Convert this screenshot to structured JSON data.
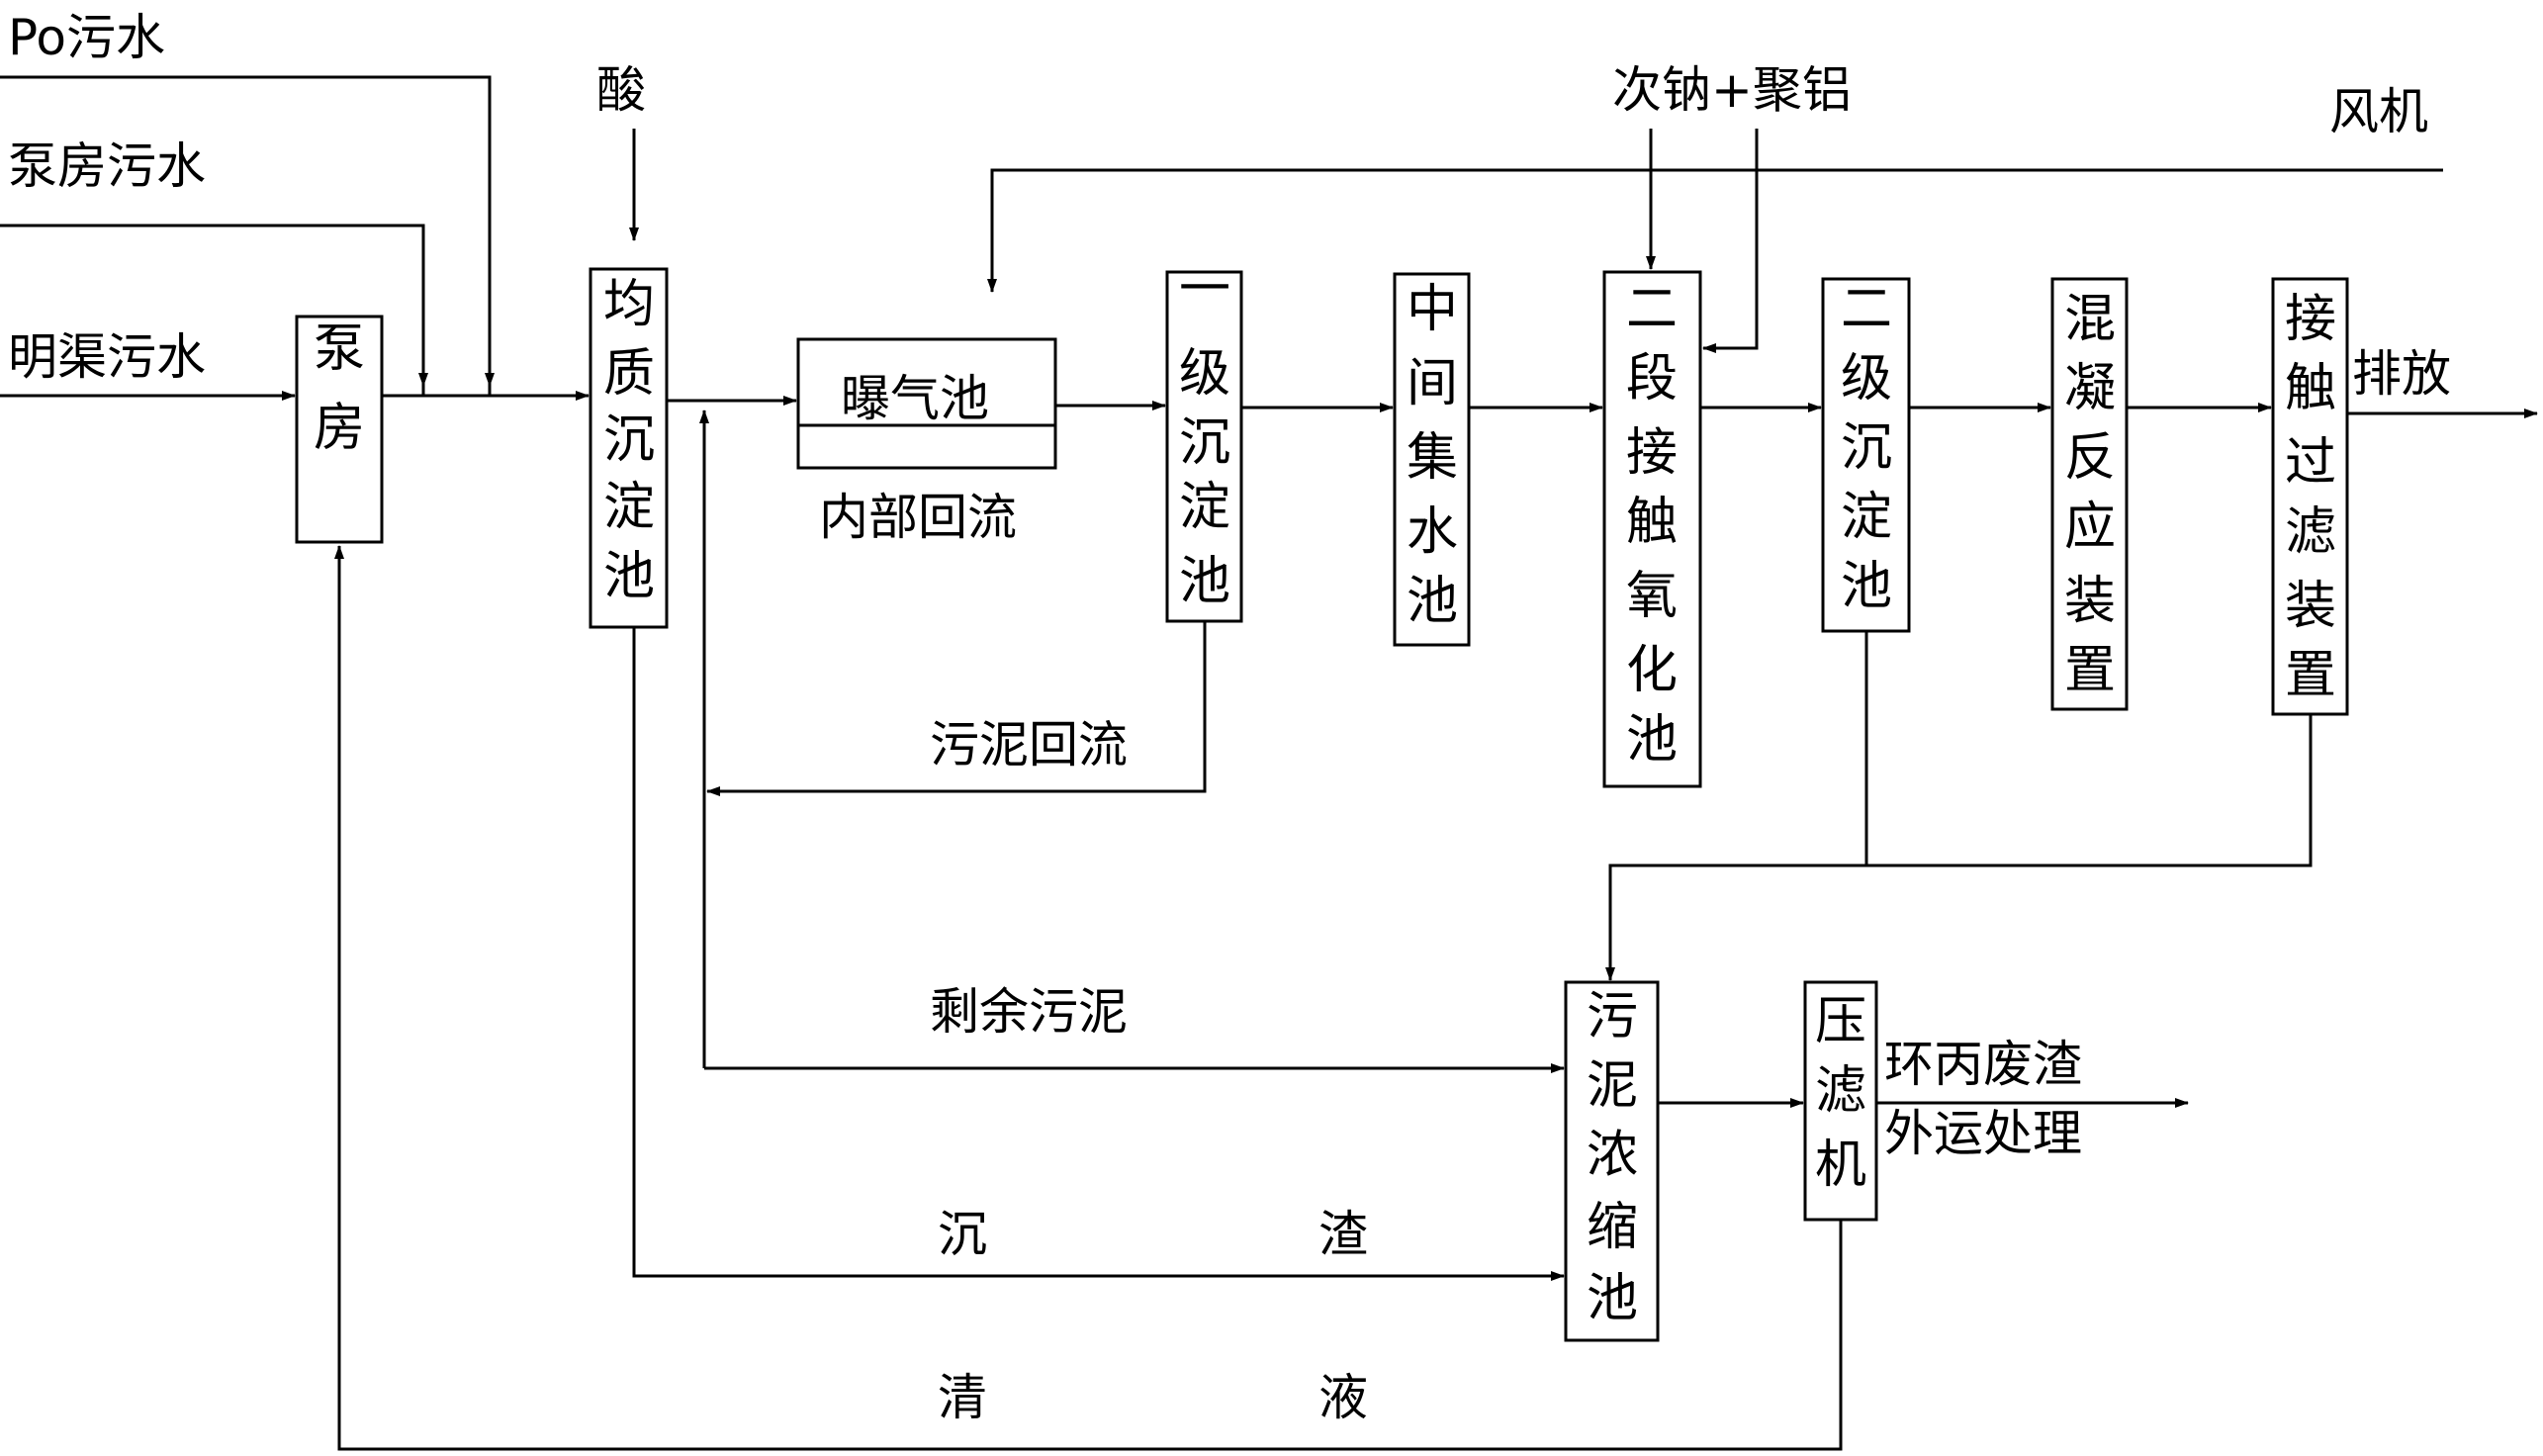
{
  "inputs": {
    "po_sewage": "Po污水",
    "pump_house_sewage": "泵房污水",
    "open_channel_sewage": "明渠污水",
    "acid": "酸",
    "hypochlorite_pac": "次钠+聚铝",
    "blower": "风机"
  },
  "units": {
    "pump_house": "泵房",
    "equalization_settling_tank": "均质沉淀池",
    "aeration_tank": "曝气池",
    "primary_settling_tank": "一级沉淀池",
    "intermediate_tank": "中间集水池",
    "two_stage_contact_oxidation_tank": "二段接触氧化池",
    "secondary_settling_tank": "二级沉淀池",
    "coagulation_reactor": "混凝反应装置",
    "contact_filter": "接触过滤装置",
    "sludge_thickener": "污泥浓缩池",
    "filter_press": "压滤机"
  },
  "flow_labels": {
    "internal_reflux": "内部回流",
    "sludge_return": "污泥回流",
    "excess_sludge": "剩余污泥",
    "sediment_1": "沉",
    "sediment_2": "渣",
    "clear_liquid_1": "清",
    "clear_liquid_2": "液",
    "discharge": "排放",
    "waste_residue_line1": "环丙废渣",
    "waste_residue_line2": "外运处理"
  }
}
